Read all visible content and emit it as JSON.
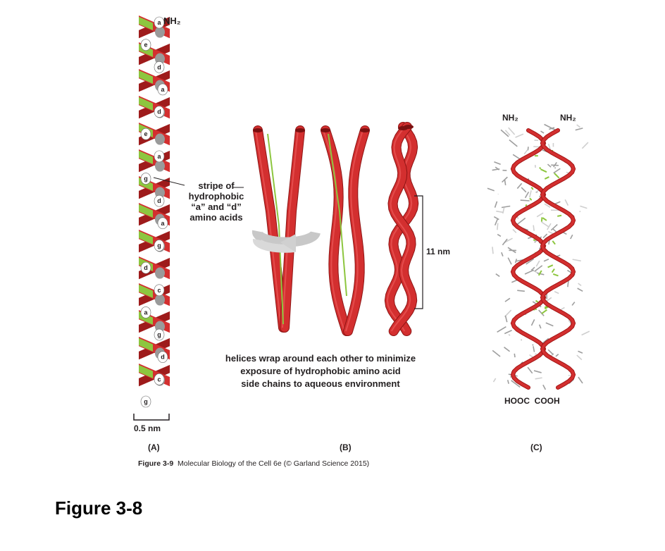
{
  "panel_a": {
    "terminal": "NH₂",
    "residues": [
      "a",
      "e",
      "d",
      "a",
      "d",
      "e",
      "a",
      "g",
      "d",
      "a",
      "g",
      "d",
      "c",
      "a",
      "g",
      "d",
      "c",
      "g"
    ],
    "stripe_label": [
      "stripe of",
      "hydrophobic",
      "“a” and “d”",
      "amino acids"
    ],
    "scale": "0.5 nm",
    "label": "(A)"
  },
  "panel_b": {
    "length": "11 nm",
    "description": [
      "helices wrap around each other to minimize",
      "exposure of hydrophobic amino acid",
      "side chains to aqueous environment"
    ],
    "label": "(B)"
  },
  "panel_c": {
    "terminal_left": "NH₂",
    "terminal_right": "NH₂",
    "bottom": "HOOC  COOH",
    "label": "(C)"
  },
  "caption": {
    "fig": "Figure 3-9",
    "text": "Molecular Biology of the Cell 6e (© Garland Science 2015)"
  },
  "figure_title": "Figure 3-8",
  "colors": {
    "helix_red": "#d32f2f",
    "helix_dark": "#9e1b1b",
    "stripe_green": "#8dc63f",
    "side_chain_gray": "#9a9a9a"
  }
}
